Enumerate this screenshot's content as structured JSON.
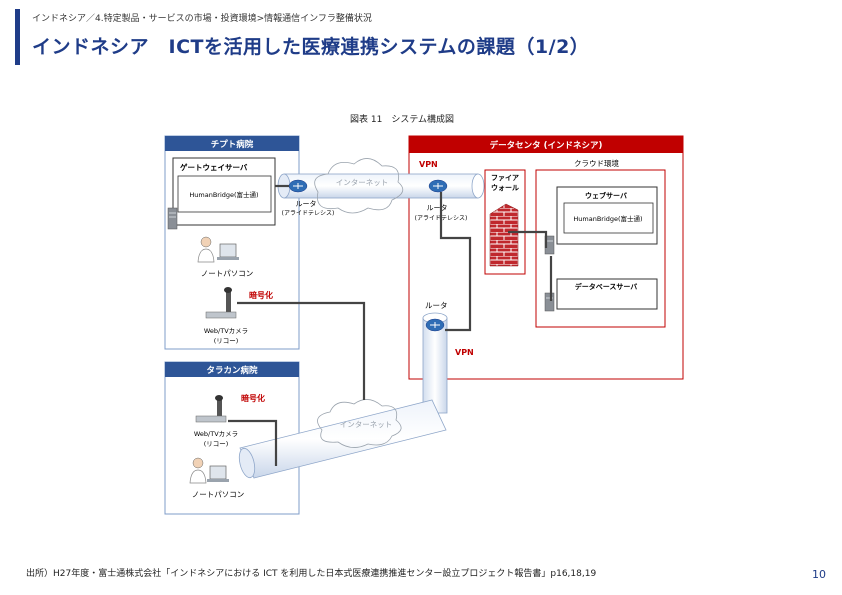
{
  "header": {
    "breadcrumb": "インドネシア／4.特定製品・サービスの市場・投資環境>情報通信インフラ整備状況",
    "title": "インドネシア　ICTを活用した医療連携システムの課題（1/2）"
  },
  "figure": {
    "title": "図表 11　システム構成図",
    "cipto": {
      "name": "チプト病院",
      "gateway_label": "ゲートウェイサーバ",
      "gateway_app": "HumanBridge(富士通)",
      "pc_label": "ノートパソコン",
      "camera_label_1": "Web/TVカメラ",
      "camera_label_2": "(リコー)",
      "encryption": "暗号化"
    },
    "tarakan": {
      "name": "タラカン病院",
      "camera_label_1": "Web/TVカメラ",
      "camera_label_2": "(リコー)",
      "encryption": "暗号化",
      "pc_label": "ノートパソコン"
    },
    "datacenter": {
      "name": "データセンタ (インドネシア)",
      "vpn_label": "VPN",
      "firewall_1": "ファイア",
      "firewall_2": "ウォール",
      "cloud_env": "クラウド環境",
      "web_server": "ウェブサーバ",
      "web_app": "HumanBridge(富士通)",
      "db_server": "データベースサーバ",
      "router_label": "ルータ",
      "vpn_label_bottom": "VPN"
    },
    "routers": {
      "left_1": "ルータ",
      "left_2": "(アライドテレシス)",
      "right_1": "ルータ",
      "right_2": "(アライドテレシス)"
    },
    "internet_label": "インターネット"
  },
  "footer": {
    "source": "出所）H27年度・富士通株式会社「インドネシアにおける ICT を利用した日本式医療連携推進センター設立プロジェクト報告書」p16,18,19",
    "page_number": "10"
  },
  "colors": {
    "accent": "#1f3c88",
    "hospital_header": "#2e5597",
    "datacenter_header": "#c00000",
    "encryption": "#c00000"
  }
}
